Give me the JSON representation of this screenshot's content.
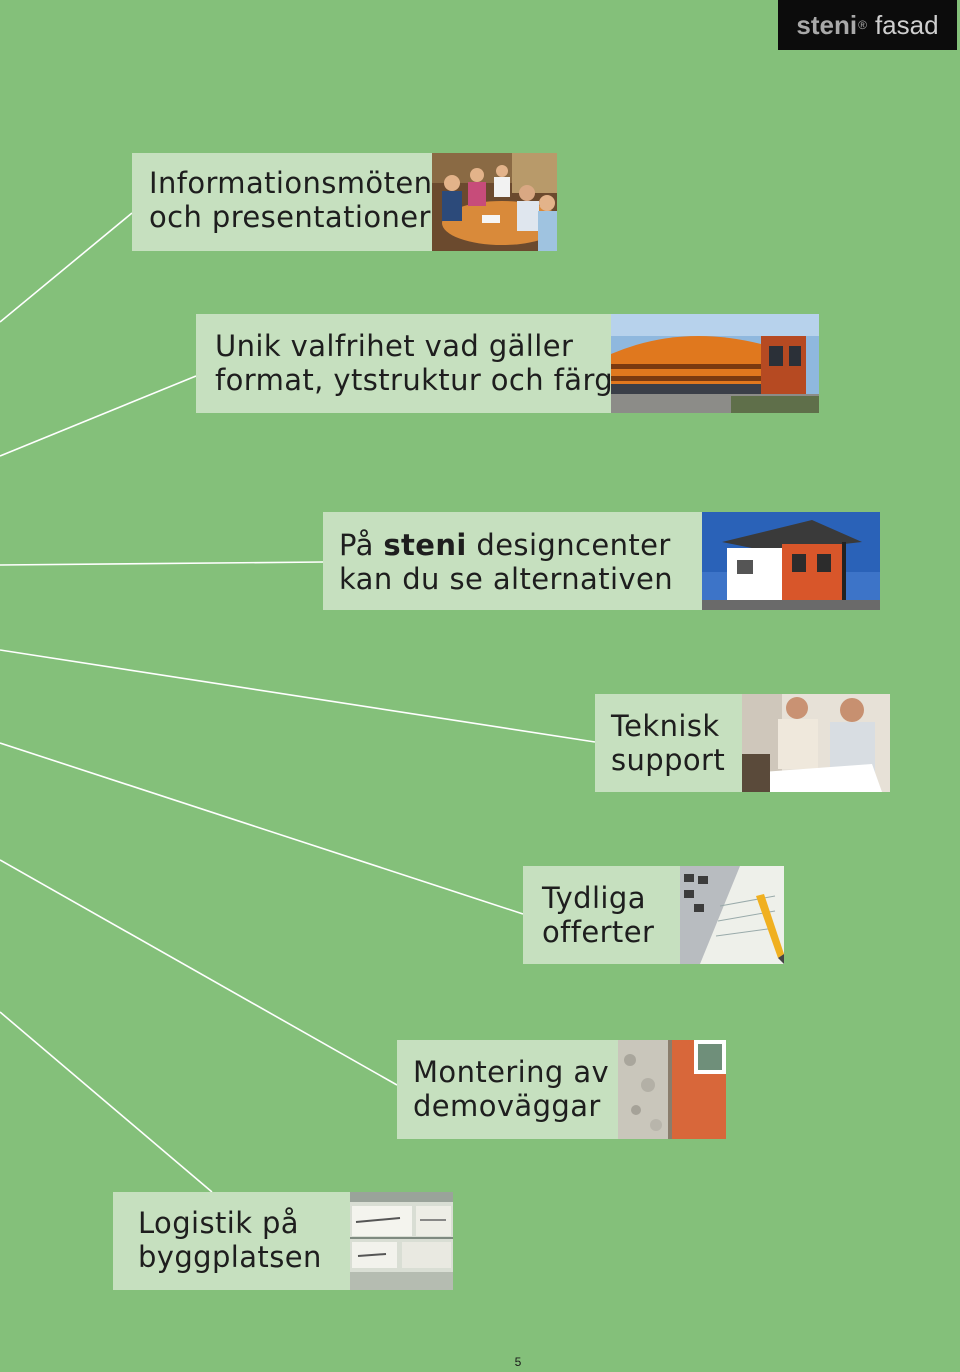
{
  "logo": {
    "brand": "steni",
    "registered": "®",
    "word": "fasad"
  },
  "items": [
    {
      "line1": "Informationsmöten",
      "line2": "och presentationer",
      "photo": "meeting-photo"
    },
    {
      "line1": "Unik valfrihet vad gäller",
      "line2": "format, ytstruktur och färg",
      "photo": "building-photo"
    },
    {
      "line1_prefix": "På ",
      "line1_bold": "steni",
      "line1_suffix": " designcenter",
      "line2": "kan du se alternativen",
      "photo": "designcenter-photo"
    },
    {
      "line1": "Teknisk",
      "line2": "support",
      "photo": "technicians-photo"
    },
    {
      "line1": "Tydliga",
      "line2": "offerter",
      "photo": "calculator-photo"
    },
    {
      "line1": "Montering av",
      "line2": "demoväggar",
      "photo": "facade-wall-photo"
    },
    {
      "line1": "Logistik på",
      "line2": "byggplatsen",
      "photo": "labels-photo"
    }
  ],
  "page_number": "5",
  "colors": {
    "background": "#84c07a",
    "card": "#c6e0bf",
    "logo_bg": "#0c0c0c"
  }
}
